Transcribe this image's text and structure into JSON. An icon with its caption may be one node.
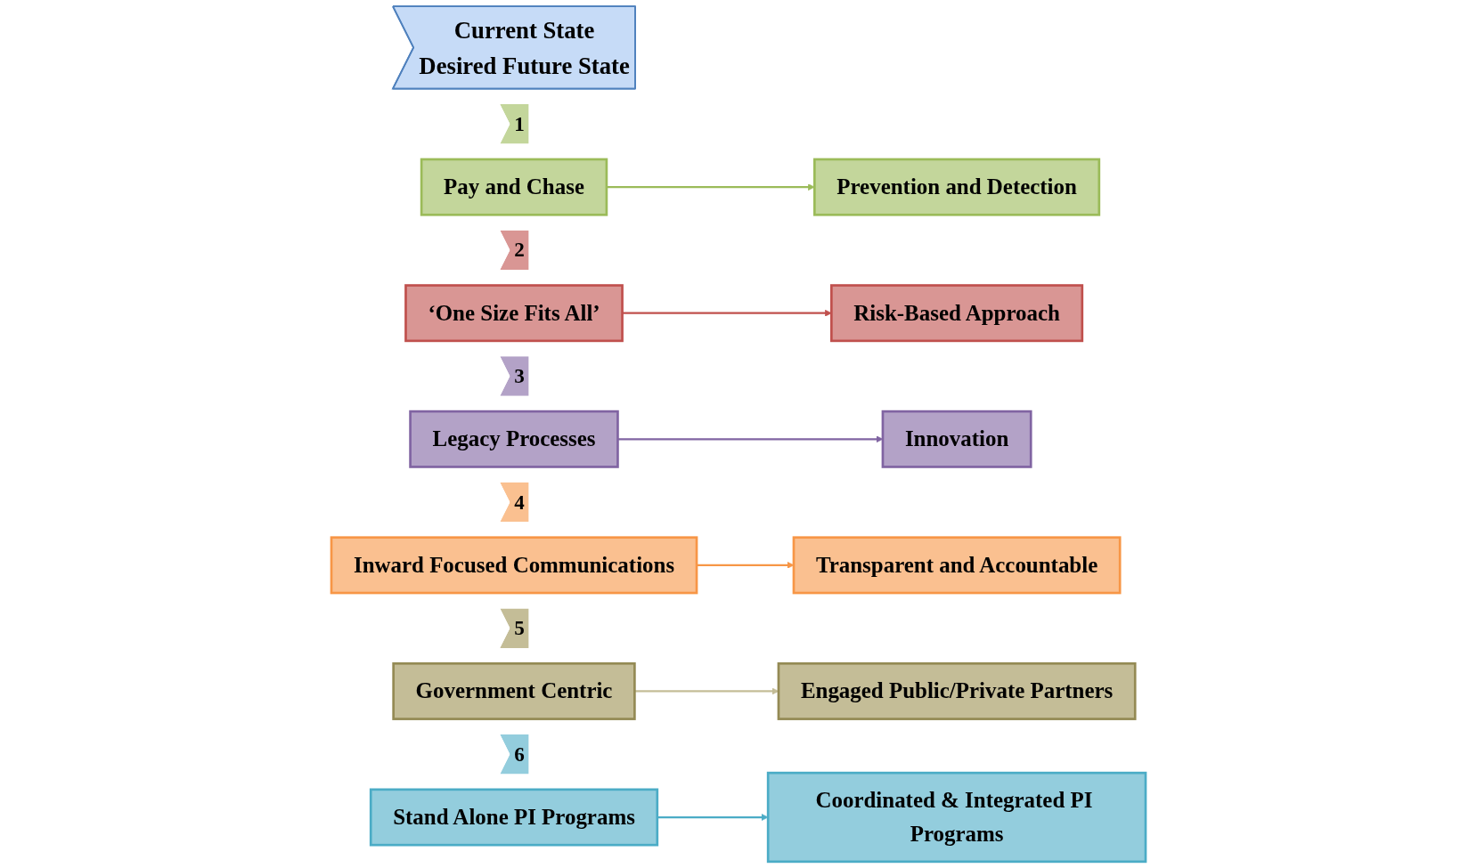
{
  "diagram": {
    "nodes": [
      {
        "text": [
          "Current State",
          "Desired Future State"
        ]
      },
      {
        "text": [
          "1"
        ]
      },
      {
        "text": [
          "Pay and Chase"
        ]
      },
      {
        "text": [
          "Prevention and Detection"
        ]
      },
      {
        "text": [
          "2"
        ]
      },
      {
        "text": [
          "‘One Size Fits All’"
        ]
      },
      {
        "text": [
          "Risk-Based Approach"
        ]
      },
      {
        "text": [
          "3"
        ]
      },
      {
        "text": [
          "Legacy Processes"
        ]
      },
      {
        "text": [
          "Innovation"
        ]
      },
      {
        "text": [
          "4"
        ]
      },
      {
        "text": [
          "Inward Focused Communications"
        ]
      },
      {
        "text": [
          "Transparent and Accountable"
        ]
      },
      {
        "text": [
          "5"
        ]
      },
      {
        "text": [
          "Government Centric"
        ]
      },
      {
        "text": [
          "Engaged Public/Private Partners"
        ]
      },
      {
        "text": [
          "6"
        ]
      },
      {
        "text": [
          "Stand Alone PI Programs"
        ]
      },
      {
        "text": [
          "Coordinated & Integrated PI Programs"
        ]
      }
    ],
    "edges": [
      {
        "from": 2,
        "to": 3,
        "arrow": "to",
        "color": "#9bbb59"
      },
      {
        "from": 5,
        "to": 6,
        "arrow": "to",
        "color": "#c0504d"
      },
      {
        "from": 8,
        "to": 9,
        "arrow": "to",
        "color": "#8064a2"
      },
      {
        "from": 11,
        "to": 12,
        "arrow": "to",
        "color": "#f79646"
      },
      {
        "from": 14,
        "to": 15,
        "arrow": "to",
        "color": "#c4bd97"
      },
      {
        "from": 17,
        "to": 18,
        "arrow": "to",
        "color": "#4bacc6"
      }
    ]
  }
}
